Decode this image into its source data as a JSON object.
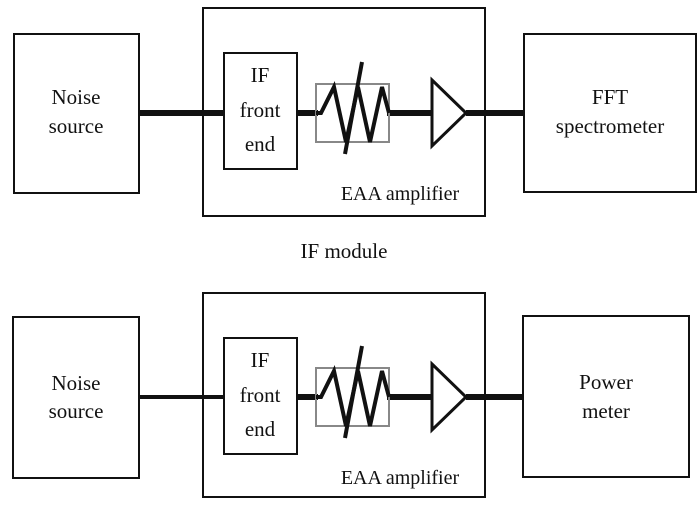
{
  "chains": [
    {
      "source": {
        "line1": "Noise",
        "line2": "source"
      },
      "module": {
        "front_end": {
          "line1": "IF",
          "line2": "front",
          "line3": "end"
        },
        "amplifier_label": "EAA amplifier"
      },
      "sink": {
        "line1": "FFT",
        "line2": "spectrometer"
      }
    },
    {
      "source": {
        "line1": "Noise",
        "line2": "source"
      },
      "module": {
        "front_end": {
          "line1": "IF",
          "line2": "front",
          "line3": "end"
        },
        "amplifier_label": "EAA amplifier"
      },
      "sink": {
        "line1": "Power",
        "line2": "meter"
      }
    }
  ],
  "caption": "IF module"
}
